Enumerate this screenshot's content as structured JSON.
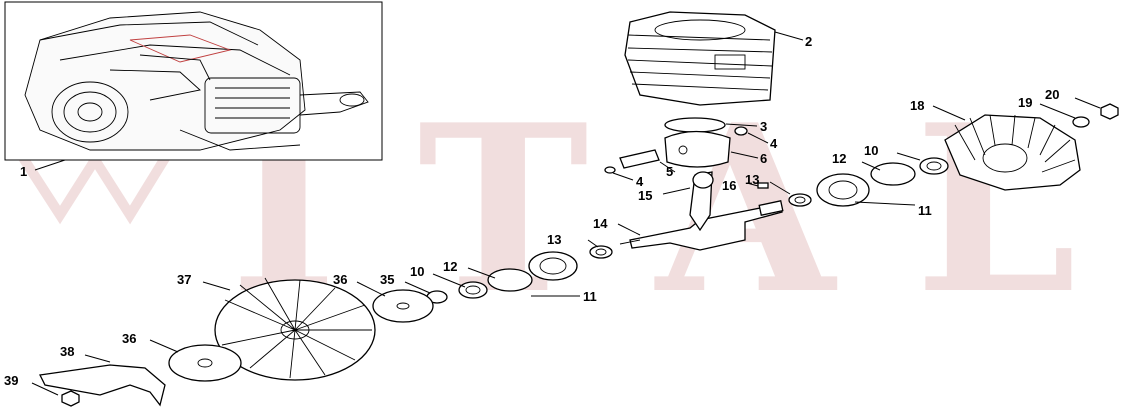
{
  "watermark": "ITAL",
  "callouts": [
    {
      "id": "c1",
      "text": "1"
    },
    {
      "id": "c2",
      "text": "2"
    },
    {
      "id": "c3",
      "text": "3"
    },
    {
      "id": "c4a",
      "text": "4"
    },
    {
      "id": "c4b",
      "text": "4"
    },
    {
      "id": "c5",
      "text": "5"
    },
    {
      "id": "c6",
      "text": "6"
    },
    {
      "id": "c10a",
      "text": "10"
    },
    {
      "id": "c10b",
      "text": "10"
    },
    {
      "id": "c11a",
      "text": "11"
    },
    {
      "id": "c11b",
      "text": "11"
    },
    {
      "id": "c12a",
      "text": "12"
    },
    {
      "id": "c12b",
      "text": "12"
    },
    {
      "id": "c13a",
      "text": "13"
    },
    {
      "id": "c13b",
      "text": "13"
    },
    {
      "id": "c14",
      "text": "14"
    },
    {
      "id": "c15",
      "text": "15"
    },
    {
      "id": "c16",
      "text": "16"
    },
    {
      "id": "c18",
      "text": "18"
    },
    {
      "id": "c19",
      "text": "19"
    },
    {
      "id": "c20",
      "text": "20"
    },
    {
      "id": "c35",
      "text": "35"
    },
    {
      "id": "c36a",
      "text": "36"
    },
    {
      "id": "c36b",
      "text": "36"
    },
    {
      "id": "c37",
      "text": "37"
    },
    {
      "id": "c38",
      "text": "38"
    },
    {
      "id": "c39",
      "text": "39"
    }
  ]
}
